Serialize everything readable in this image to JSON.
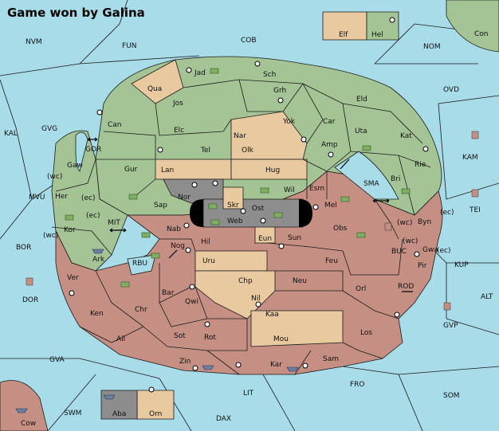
{
  "title": "Game won by Galina",
  "colors": {
    "sea": "#a8dce8",
    "green": "#a4c495",
    "tan": "#e8c9a0",
    "red": "#c58f84",
    "grey": "#8d8d8d"
  },
  "legend_top": [
    "Elf",
    "Hel"
  ],
  "legend_bottom": [
    "Aba",
    "Orn"
  ],
  "regions": {
    "nvm": "NVM",
    "fun": "FUN",
    "cob": "COB",
    "nom": "NOM",
    "con": "Con",
    "ovd": "OVD",
    "kal": "KAL",
    "gvg": "GVG",
    "kam": "KAM",
    "tei": "TEI",
    "mvu": "MVU",
    "bor": "BOR",
    "dor": "DOR",
    "kup": "KUP",
    "alt": "ALT",
    "gvp": "GVP",
    "gva": "GVA",
    "fro": "FRO",
    "som": "SOM",
    "lit": "LIT",
    "swm": "SWM",
    "dax": "DAX",
    "cow": "Cow",
    "jad": "Jad",
    "sch": "Sch",
    "qua": "Qua",
    "jos": "Jos",
    "grh": "Grh",
    "eld": "Eld",
    "can": "Can",
    "yok": "Yok",
    "car": "Car",
    "uta": "Uta",
    "elc": "Elc",
    "nar": "Nar",
    "kat": "Kat",
    "tel": "Tel",
    "olk": "Olk",
    "amp": "Amp",
    "gor": "GOR",
    "gaw": "Gaw",
    "gur": "Gur",
    "lan": "Lan",
    "hug": "Hug",
    "rie": "Rie",
    "bri": "Bri",
    "esm": "Esm",
    "wil": "Wil",
    "sma": "SMA",
    "nor": "Nor",
    "skr": "Skr",
    "her": "Her",
    "sap": "Sap",
    "mel": "Mel",
    "ost": "Ost",
    "web": "Web",
    "kor": "Kor",
    "mit": "MIT",
    "nab": "Nab",
    "byn": "Byn",
    "obs": "Obs",
    "eun": "Eun",
    "sun": "Sun",
    "hil": "Hil",
    "nog": "Nog",
    "ark": "Ark",
    "rbu": "RBU",
    "buc": "BUC",
    "gwa": "Gwa",
    "uru": "Uru",
    "feu": "Feu",
    "pir": "Pir",
    "ver": "Ver",
    "chp": "Chp",
    "neu": "Neu",
    "orl": "Orl",
    "bar": "Bar",
    "qwi": "Qwi",
    "nil": "Nil",
    "rod": "ROD",
    "ken": "Ken",
    "chr": "Chr",
    "kaa": "Kaa",
    "los": "Los",
    "sot": "Sot",
    "rot": "Rot",
    "ail": "Ail",
    "mou": "Mou",
    "zin": "Zin",
    "kar": "Kar",
    "sam": "Sam"
  },
  "markers": {
    "wc": "(wc)",
    "ec": "(ec)"
  }
}
